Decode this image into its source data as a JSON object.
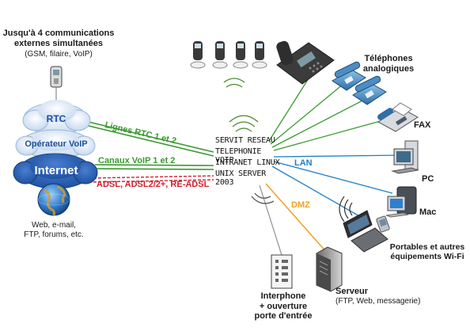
{
  "top_left": {
    "title_line1": "Jusqu'à 4 communications",
    "title_line2": "externes simultanées",
    "subtitle": "(GSM, filaire, VoIP)"
  },
  "clouds": {
    "rtc": "RTC",
    "voip_operator": "Opérateur VoIP",
    "internet": "Internet"
  },
  "internet_services": {
    "line1": "Web, e-mail,",
    "line2": "FTP, forums, etc."
  },
  "links": {
    "rtc_lines": "Lignes RTC 1 et 2",
    "voip_channels": "Canaux VoIP 1 et 2",
    "adsl": "ADSL, ADSL2/2+, RE-ADSL"
  },
  "server_stack": {
    "line1": "SERVIT RESEAU",
    "line2": "TELEPHONIE VOIP",
    "line3": "INTRANET LINUX",
    "line4": "UNIX SERVER 2003"
  },
  "network_labels": {
    "lan": "LAN",
    "dmz": "DMZ"
  },
  "devices": {
    "analog_phones_line1": "Téléphones",
    "analog_phones_line2": "analogiques",
    "fax": "FAX",
    "pc": "PC",
    "mac": "Mac",
    "wifi_line1": "Portables et autres",
    "wifi_line2": "équipements Wi-Fi",
    "server_title": "Serveur",
    "server_sub": "(FTP, Web, messagerie)",
    "intercom_line1": "Interphone",
    "intercom_line2": "+ ouverture",
    "intercom_line3": "porte d'entrée"
  },
  "colors": {
    "green_link": "#3a9a2e",
    "red_link": "#d0202e",
    "blue_link": "#1f7fc6",
    "orange_link": "#f0a020",
    "cloud_text": "#1c4f9a",
    "internet_cloud_text": "#ffffff"
  }
}
